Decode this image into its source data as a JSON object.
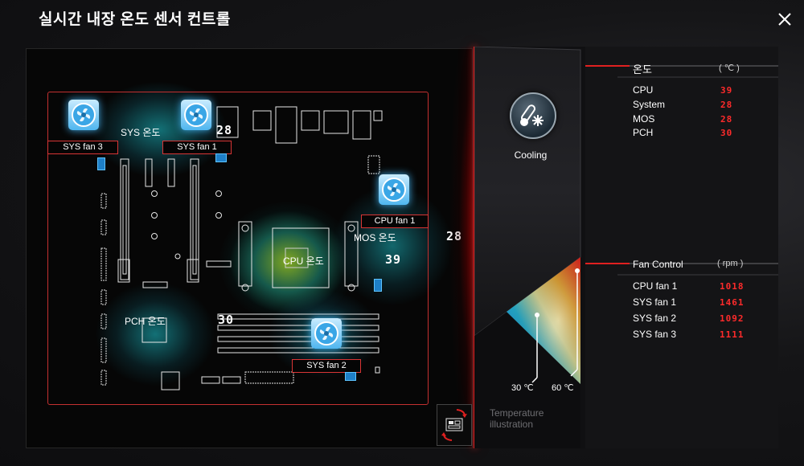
{
  "window": {
    "title": "실시간 내장 온도 센서 컨트롤",
    "close_icon": "close-icon"
  },
  "colors": {
    "accent_red": "#e02020",
    "fan_blue": "#4fb6ef",
    "glow_cyan": "#1fd6d6"
  },
  "board": {
    "fans": [
      {
        "id": "sys-fan-3",
        "label": "SYS fan 3"
      },
      {
        "id": "sys-fan-1",
        "label": "SYS fan 1"
      },
      {
        "id": "cpu-fan-1",
        "label": "CPU fan 1"
      },
      {
        "id": "sys-fan-2",
        "label": "SYS fan 2"
      }
    ],
    "sensors": [
      {
        "id": "sys",
        "label": "SYS 온도",
        "reading": "28"
      },
      {
        "id": "cpu",
        "label": "CPU 온도",
        "reading": ""
      },
      {
        "id": "mos",
        "label": "MOS 온도",
        "reading": "39"
      },
      {
        "id": "pch",
        "label": "PCH 온도",
        "reading": "30"
      }
    ],
    "side_reading": "28"
  },
  "cooling": {
    "button_label": "Cooling",
    "icon": "thermometer-snowflake-icon",
    "scale_low": "30 ℃",
    "scale_high": "60 ℃",
    "caption_line1": "Temperature",
    "caption_line2": "illustration"
  },
  "temperature": {
    "title": "온도",
    "unit": "( ℃ )",
    "rows": [
      {
        "label": "CPU",
        "value": "39"
      },
      {
        "label": "System",
        "value": "28"
      },
      {
        "label": "MOS",
        "value": "28"
      },
      {
        "label": "PCH",
        "value": "30"
      }
    ]
  },
  "fan_control": {
    "title": "Fan Control",
    "unit": "( rpm )",
    "rows": [
      {
        "label": "CPU fan 1",
        "value": "1018"
      },
      {
        "label": "SYS fan 1",
        "value": "1461"
      },
      {
        "label": "SYS fan 2",
        "value": "1092"
      },
      {
        "label": "SYS fan 3",
        "value": "1111"
      }
    ]
  }
}
